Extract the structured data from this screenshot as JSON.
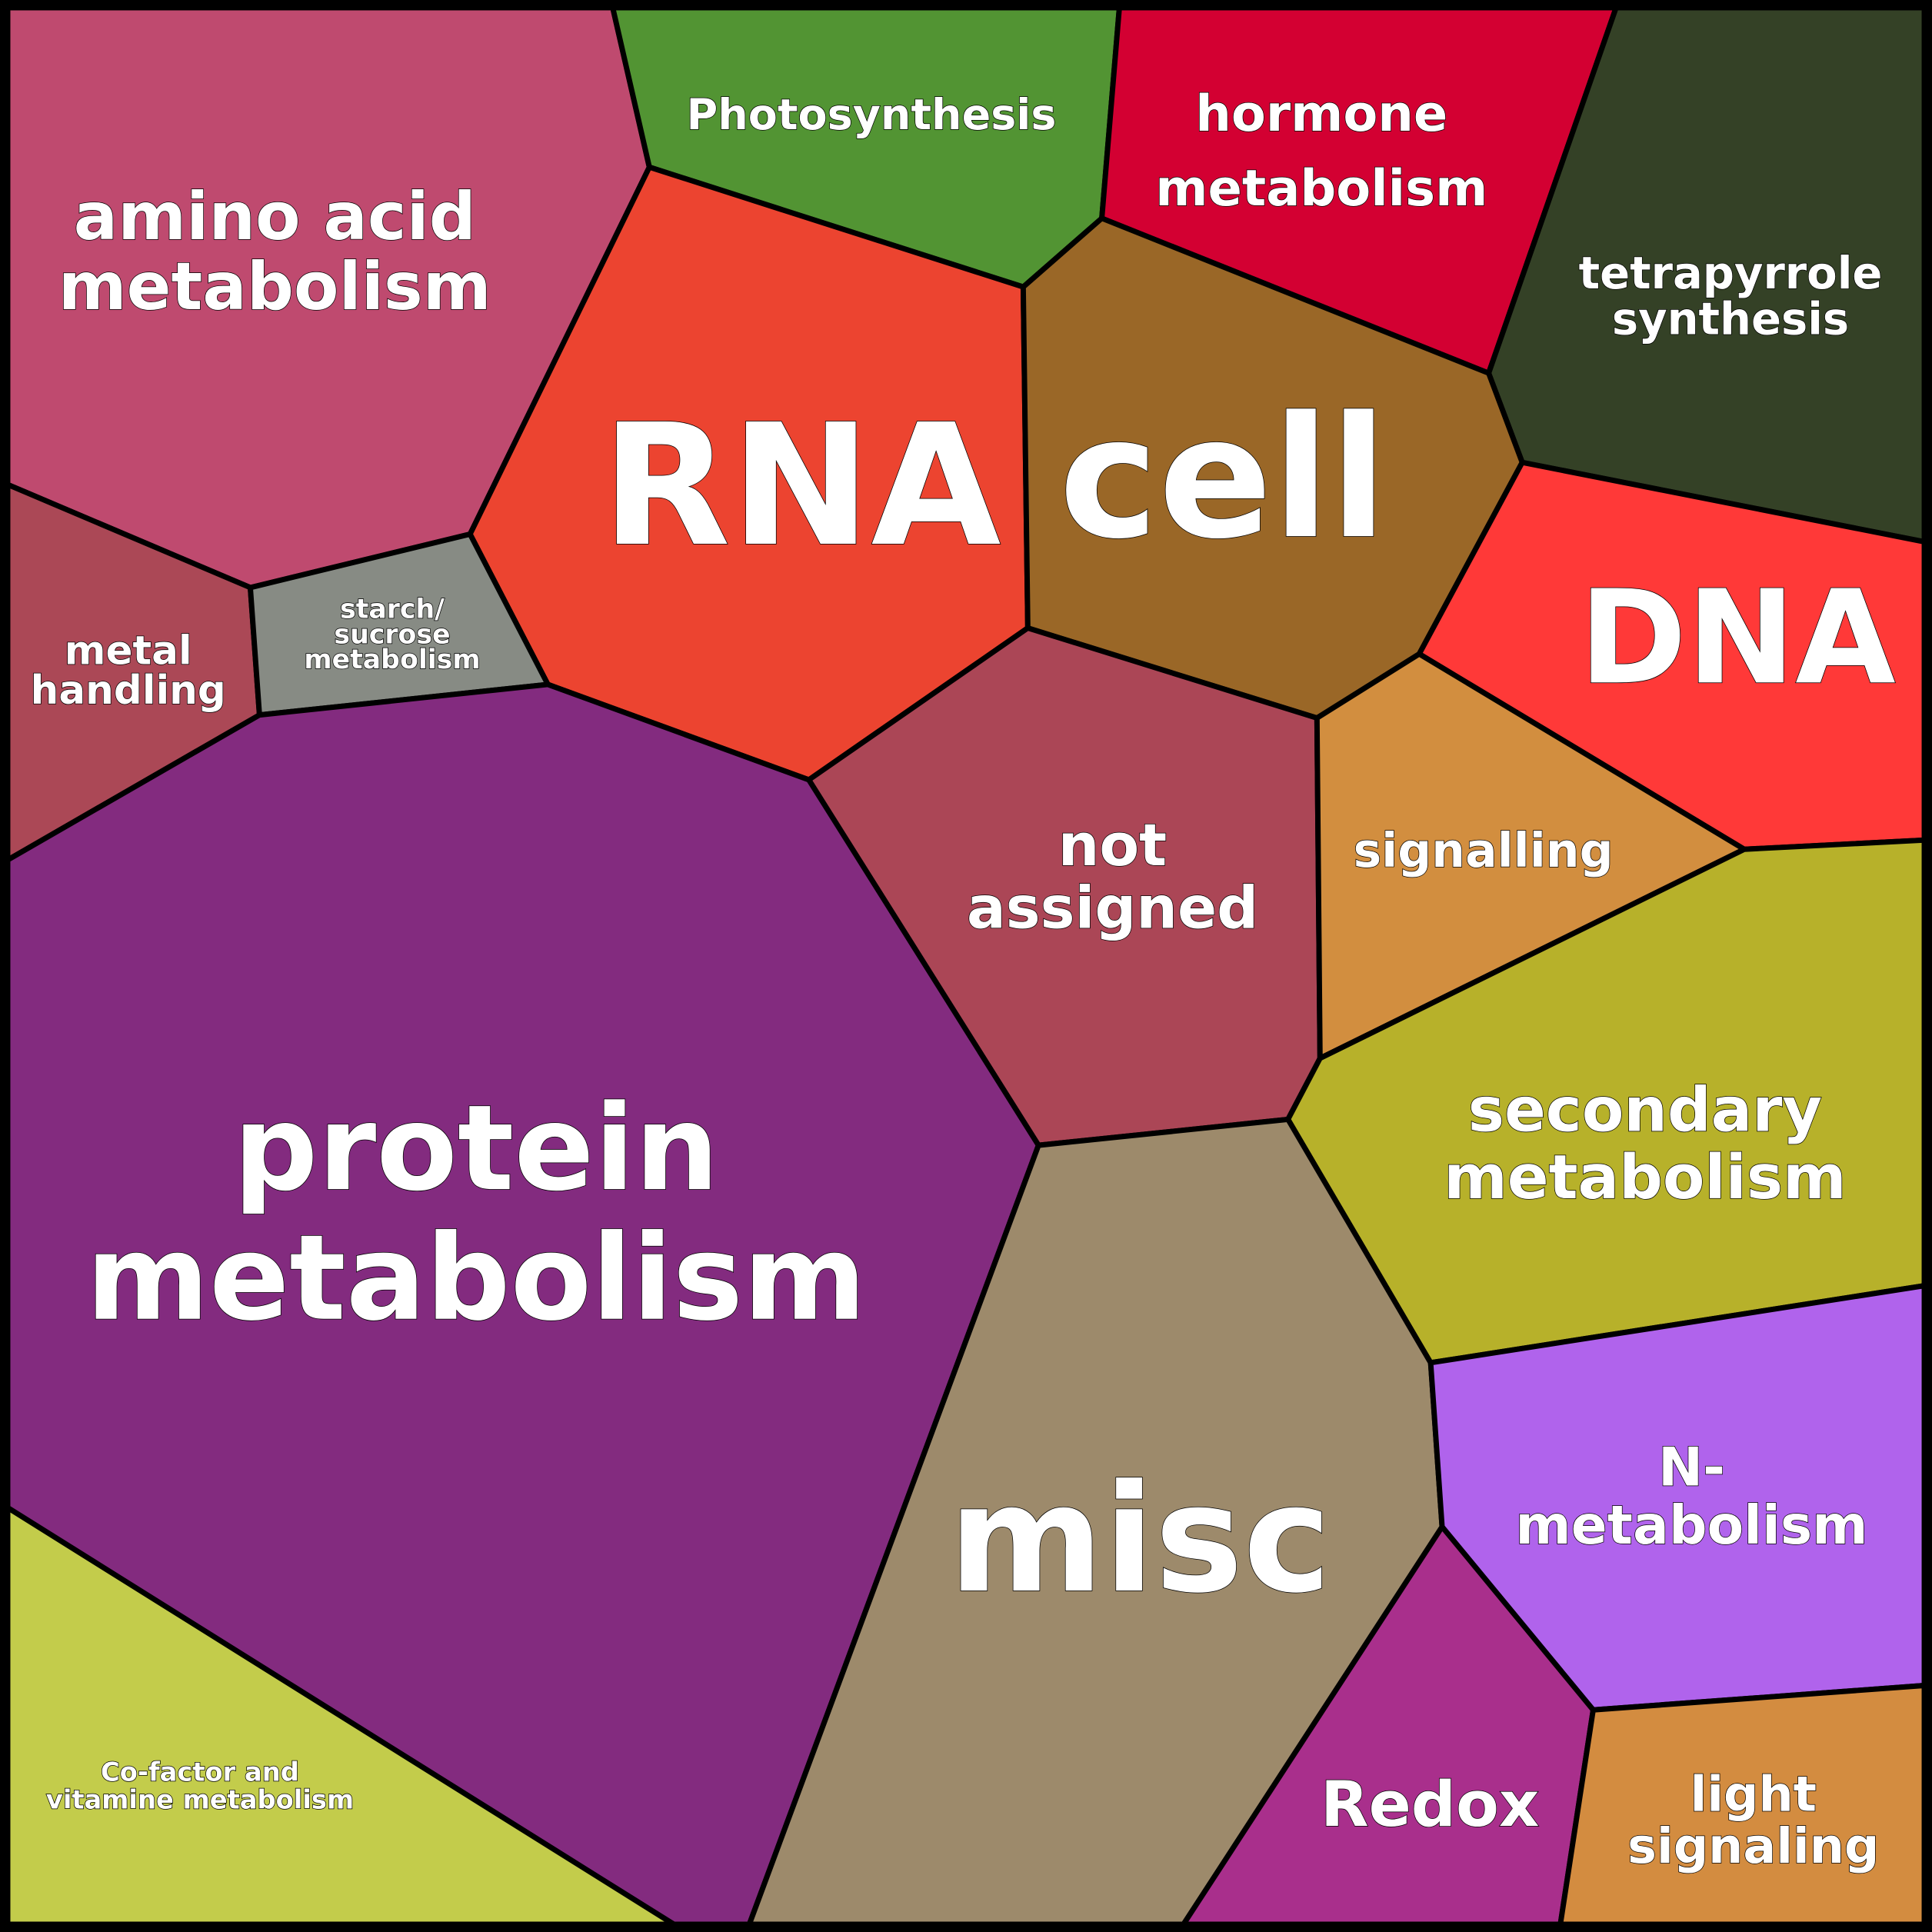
{
  "chart_data": {
    "type": "voronoi-treemap",
    "cells": [
      {
        "id": "amino-acid-metabolism",
        "lines": [
          "amino acid",
          "metabolism"
        ],
        "color": "#bf4a6f"
      },
      {
        "id": "photosynthesis",
        "lines": [
          "Photosynthesis"
        ],
        "color": "#529433"
      },
      {
        "id": "hormone-metabolism",
        "lines": [
          "hormone",
          "metabolism"
        ],
        "color": "#d30032"
      },
      {
        "id": "tetrapyrrole-synthesis",
        "lines": [
          "tetrapyrrole",
          "synthesis"
        ],
        "color": "#344126"
      },
      {
        "id": "rna",
        "lines": [
          "RNA"
        ],
        "color": "#ec4430"
      },
      {
        "id": "cell",
        "lines": [
          "cell"
        ],
        "color": "#9a6727"
      },
      {
        "id": "dna",
        "lines": [
          "DNA"
        ],
        "color": "#ff3938"
      },
      {
        "id": "metal-handling",
        "lines": [
          "metal",
          "handling"
        ],
        "color": "#ab4856"
      },
      {
        "id": "starch-sucrose-metabolism",
        "lines": [
          "starch/",
          "sucrose",
          "metabolism"
        ],
        "color": "#878b84"
      },
      {
        "id": "not-assigned",
        "lines": [
          "not",
          "assigned"
        ],
        "color": "#ab4656"
      },
      {
        "id": "signalling",
        "lines": [
          "signalling"
        ],
        "color": "#d28e3f"
      },
      {
        "id": "protein-metabolism",
        "lines": [
          "protein",
          "metabolism"
        ],
        "color": "#832b7f"
      },
      {
        "id": "secondary-metabolism",
        "lines": [
          "secondary",
          "metabolism"
        ],
        "color": "#b7b12a"
      },
      {
        "id": "misc",
        "lines": [
          "misc"
        ],
        "color": "#9d8a6b"
      },
      {
        "id": "n-metabolism",
        "lines": [
          "N-",
          "metabolism"
        ],
        "color": "#b063ec"
      },
      {
        "id": "redox",
        "lines": [
          "Redox"
        ],
        "color": "#a92f8c"
      },
      {
        "id": "light-signaling",
        "lines": [
          "light",
          "signaling"
        ],
        "color": "#d38c40"
      },
      {
        "id": "cofactor-vitamine-metabolism",
        "lines": [
          "Co-factor and",
          "vitamine metabolism"
        ],
        "color": "#c3cc4b"
      }
    ]
  }
}
